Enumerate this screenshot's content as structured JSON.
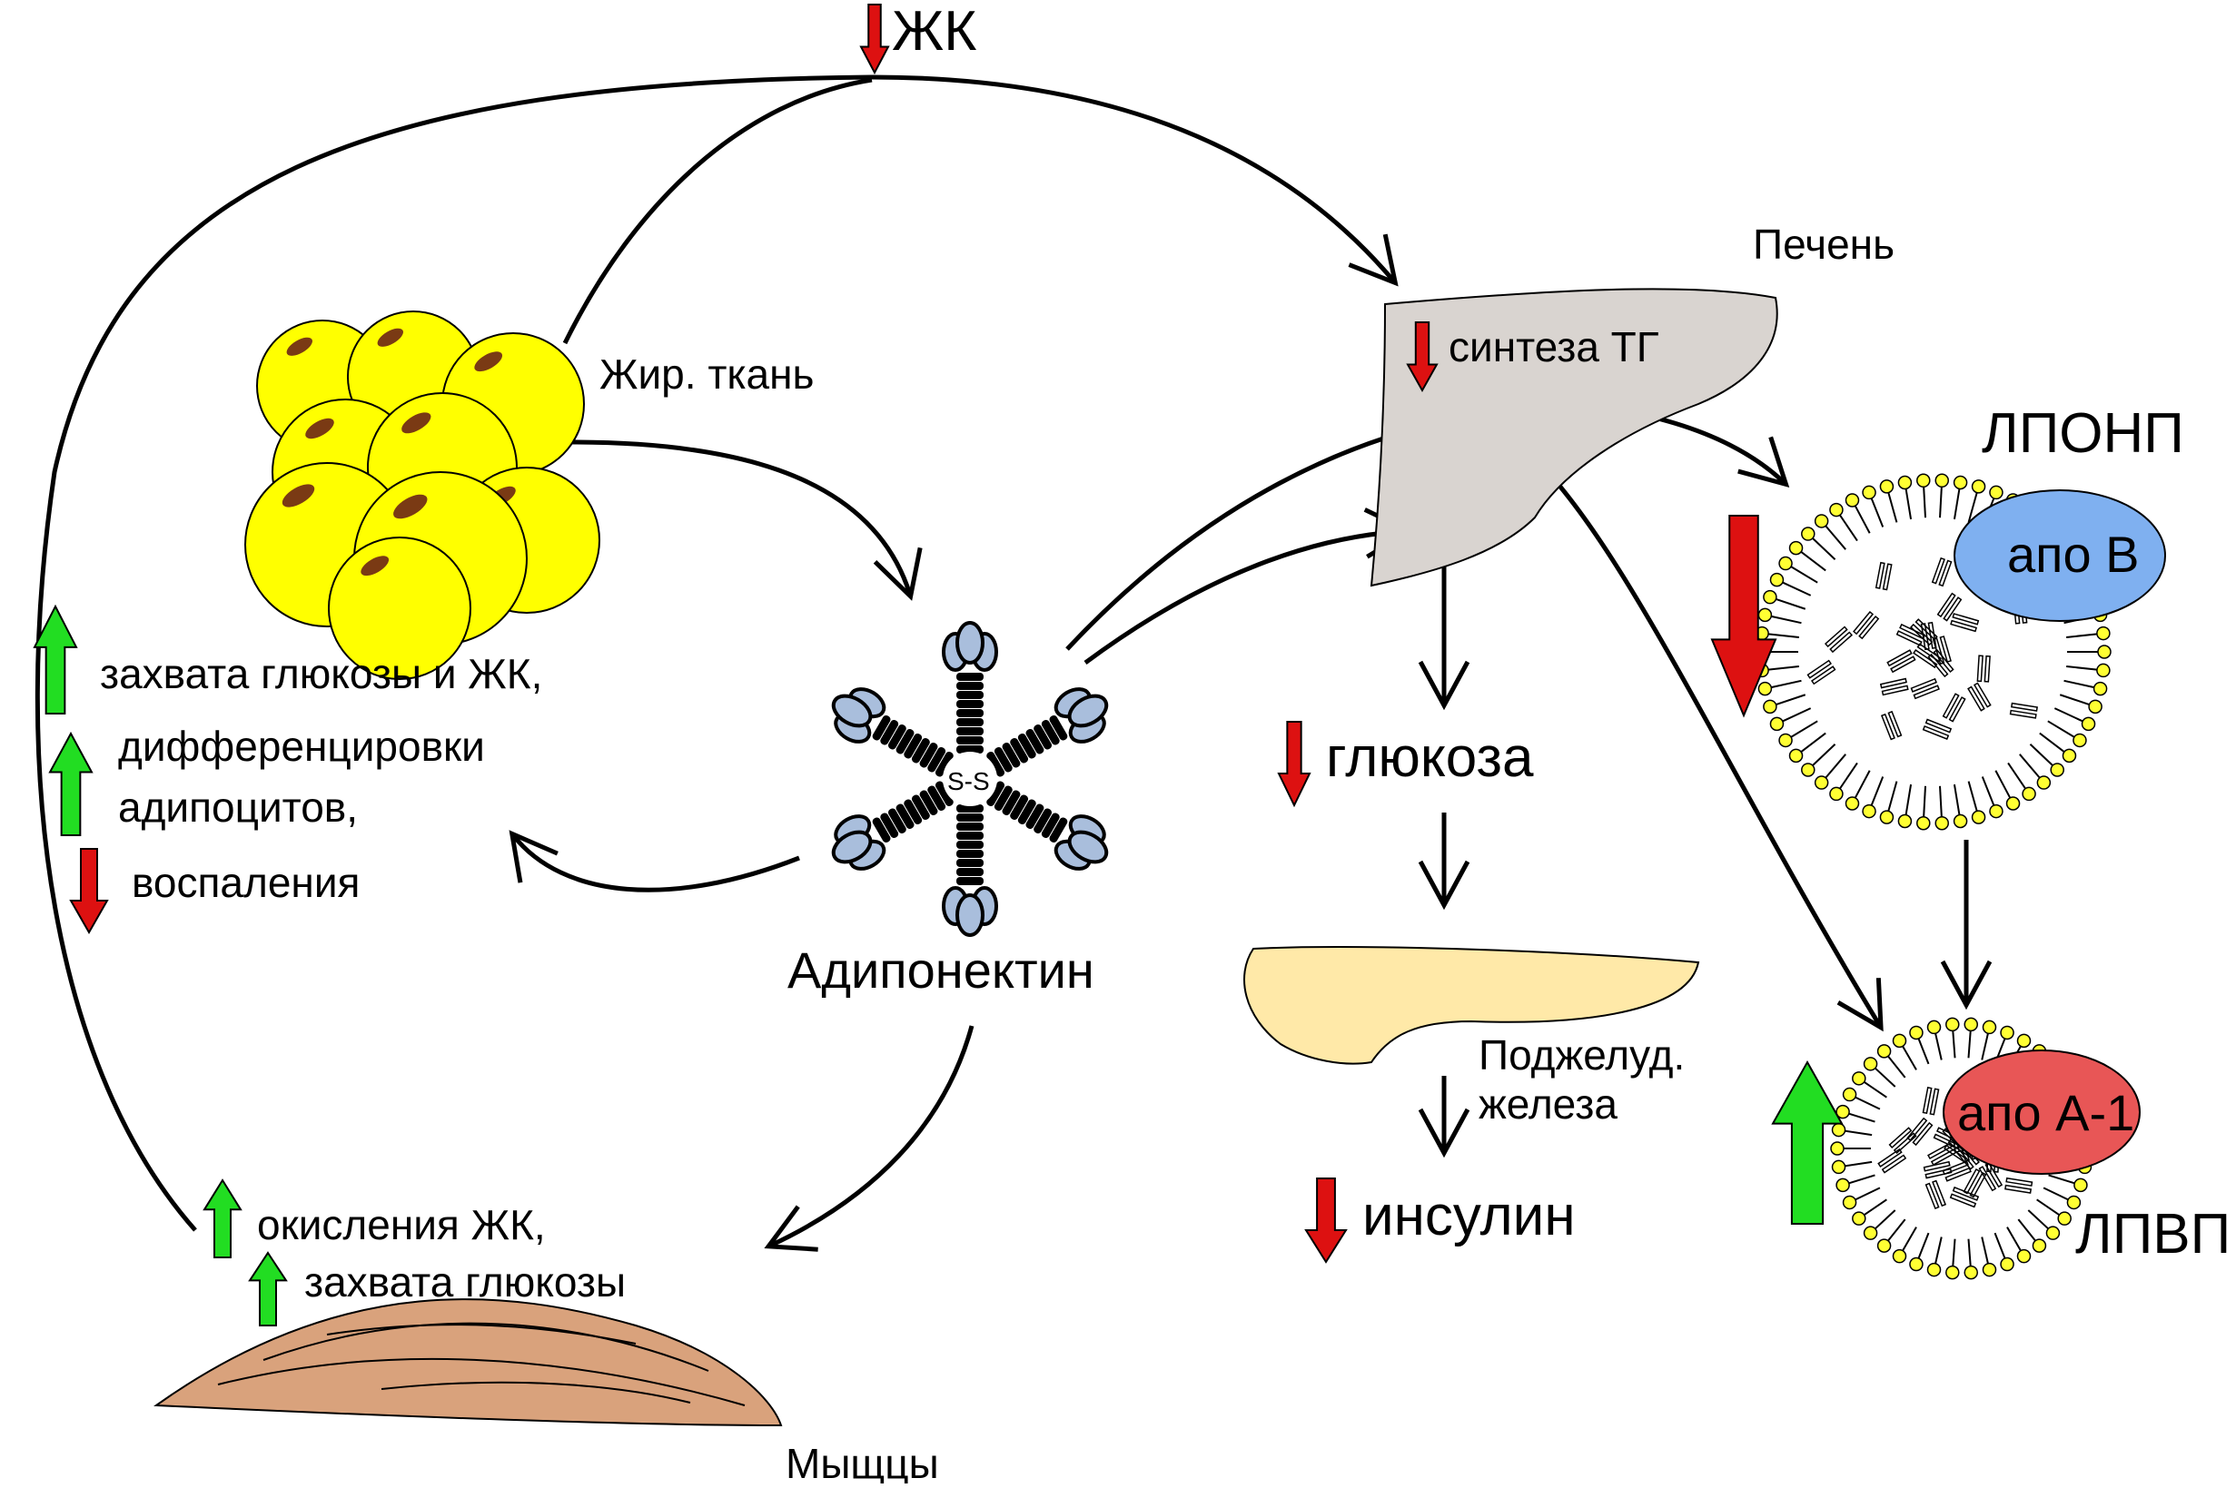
{
  "labels": {
    "fa_top": "ЖК",
    "adipose": "Жир. ткань",
    "liver": "Печень",
    "tg_synthesis": "синтеза ТГ",
    "vldl": "ЛПОНП",
    "apo_b": "апо B",
    "uptake_glucose_fa": "захвата глюкозы и ЖК,",
    "differentiation": "дифференцировки",
    "adipocytes": "адипоцитов,",
    "inflammation": "воспаления",
    "adiponectin": "Адипонектин",
    "ss_bond": "S-S",
    "glucose": "глюкоза",
    "pancreas_1": "Поджелуд.",
    "pancreas_2": "железа",
    "insulin": "инсулин",
    "hdl": "ЛПВП",
    "apo_a1": "апо А-1",
    "fa_oxidation": "окисления ЖК,",
    "glucose_uptake": "захвата глюкозы",
    "muscle": "Мыщцы"
  },
  "colors": {
    "arrow_up": "#22dd22",
    "arrow_down": "#dd1111",
    "adipocyte_fill": "#ffff00",
    "adipocyte_nucleus": "#7a3a14",
    "liver_fill": "#d9d4d0",
    "pancreas_fill": "#ffe9a8",
    "muscle_fill": "#d9a27c",
    "apo_b_fill": "#7fb0f0",
    "apo_a1_fill": "#e85656",
    "lipid_head": "#ffff33",
    "adiponectin_head": "#a9bedc"
  },
  "icons": [
    "up-arrow-icon",
    "down-arrow-icon",
    "adipocyte-cluster",
    "liver-shape",
    "pancreas-shape",
    "muscle-shape",
    "lipoprotein-particle",
    "adiponectin-hexamer"
  ]
}
